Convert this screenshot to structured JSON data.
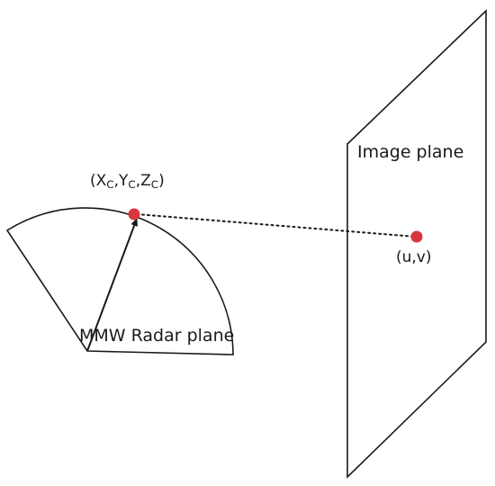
{
  "labels": {
    "image_plane": "Image plane",
    "radar_plane": "MMW Radar plane",
    "image_point": "(u,v)",
    "radar_point": {
      "open": "(",
      "x": "X",
      "x_sub": "C",
      "y": "Y",
      "y_sub": "C",
      "z": "Z",
      "z_sub": "C",
      "sep": ",",
      "close": ")"
    }
  },
  "colors": {
    "stroke": "#1a1a1a",
    "point": "#d9363e"
  }
}
